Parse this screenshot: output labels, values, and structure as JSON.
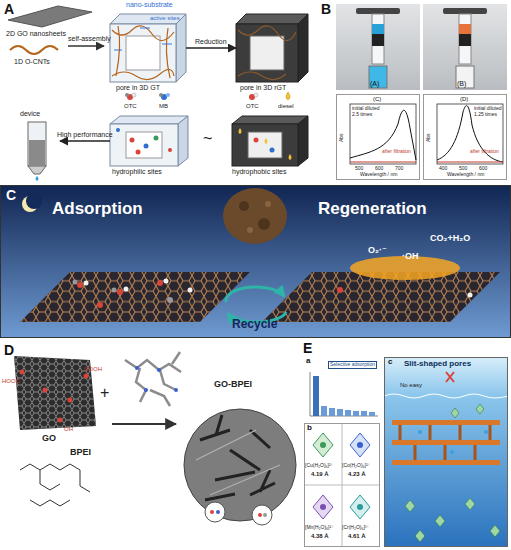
{
  "diagram": {
    "nodes": [
      {
        "text": [
          "A"
        ]
      },
      {
        "text": [
          "nano-substrate",
          "active sites",
          "pore in 3D GT"
        ],
        "in": 0
      },
      {
        "text": [
          "pore in 3D rGT"
        ],
        "in": 0
      },
      {
        "text": [
          "device"
        ],
        "in": 0
      },
      {
        "text": [
          "hydrophilic sites"
        ],
        "in": 0
      },
      {
        "text": [
          "hydrophobic sites"
        ],
        "in": 0
      },
      {
        "text": [
          "B"
        ]
      },
      {
        "text": [
          "(A)"
        ],
        "in": 6
      },
      {
        "text": [
          "(B)"
        ],
        "in": 6
      },
      {
        "text": [
          "(C)"
        ],
        "in": 6
      },
      {
        "text": [
          "(D)"
        ],
        "in": 6
      },
      {
        "text": [
          "C"
        ]
      },
      {
        "text": [
          "D"
        ]
      },
      {
        "text": [
          "E"
        ]
      },
      {
        "text": [
          "a"
        ],
        "in": 13
      },
      {
        "text": [
          "b"
        ],
        "in": 13
      },
      {
        "text": [
          "c"
        ],
        "in": 13
      }
    ],
    "edges": [
      {
        "from": 1,
        "to": 2,
        "label": "Reduction",
        "arrow": "to"
      },
      {
        "from": 4,
        "to": 3,
        "label": "High performance",
        "arrow": "to"
      }
    ],
    "labels": [
      "2D GO nanosheets",
      "1D O-CNTs",
      "self-assembly",
      "OTC",
      "MB",
      "OTC",
      "diesel",
      "~",
      "initial diluted 2.5 times",
      "after filtration",
      "Abs",
      "Wavelength / nm",
      "500",
      "600",
      "700",
      "initial diluted 1.25 times",
      "after filtration",
      "Abs",
      "Wavelength / nm",
      "400",
      "500",
      "600",
      "Adsorption",
      "Regeneration",
      "O₂·⁻",
      "·OH",
      "CO₂+H₂O",
      "Recycle",
      "GO",
      "BPEI",
      "+",
      "GO-BPEI",
      "HOOC",
      "COOH",
      "OH",
      "Selective adsorption",
      "[Cu(H₂O)₆]²⁺",
      "4.19 Å",
      "[Co(H₂O)₆]²⁺",
      "4.23 Å",
      "[Mn(H₂O)₆]²⁺",
      "4.38 Å",
      "[Cr(H₂O)₆]³⁺",
      "4.61 Å",
      "Slit-shaped pores",
      "No easy"
    ]
  }
}
